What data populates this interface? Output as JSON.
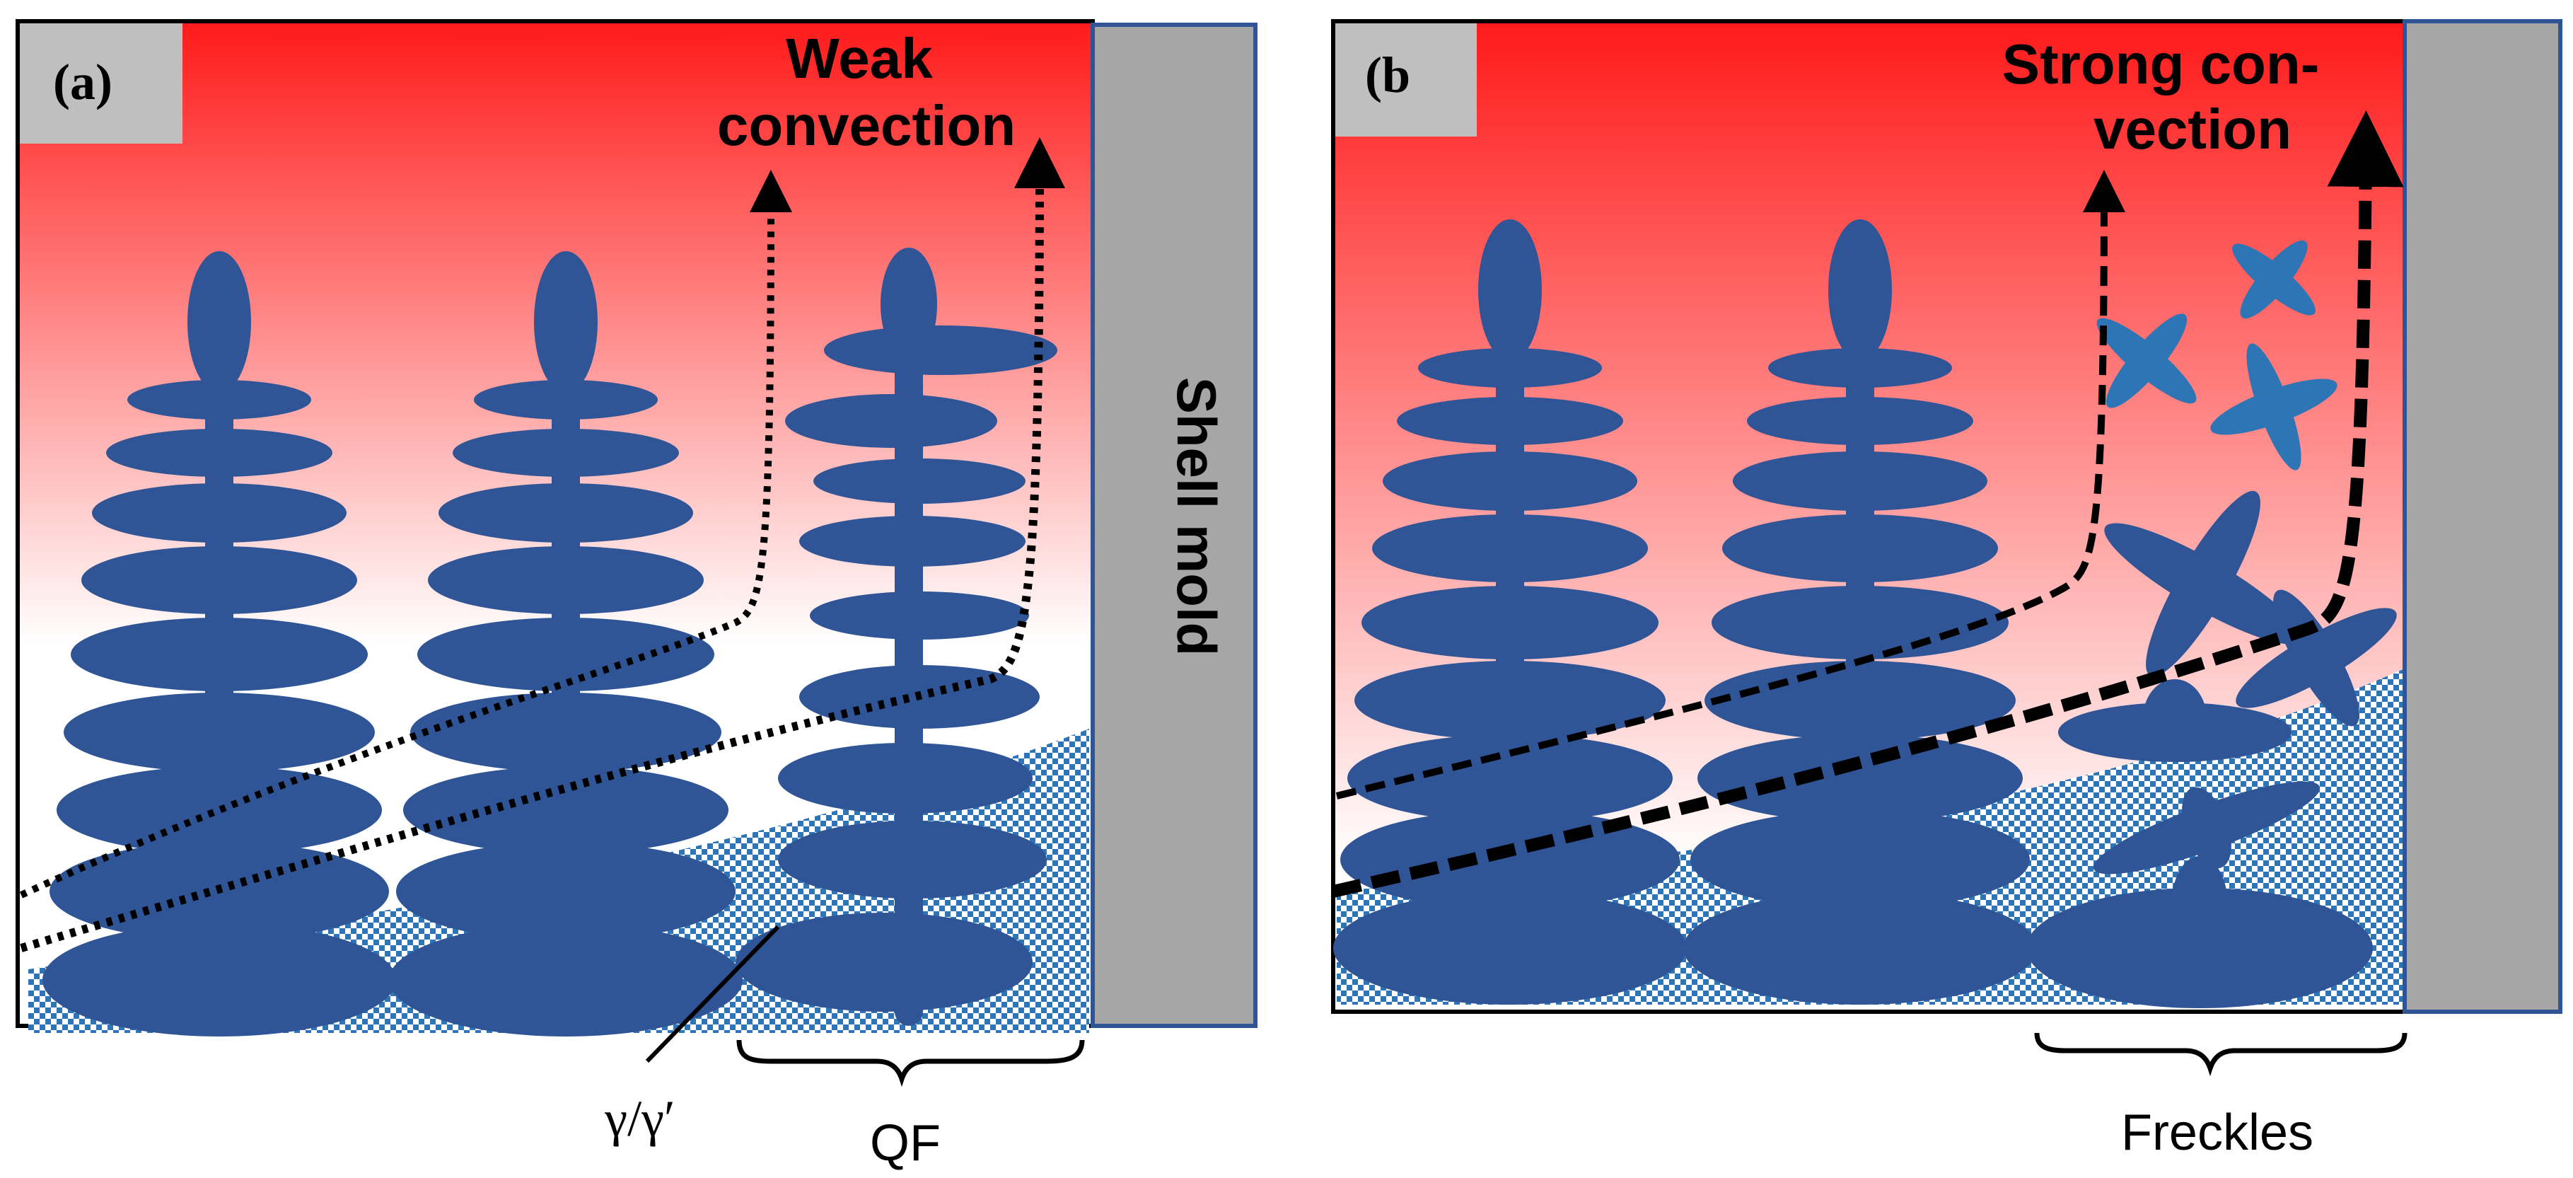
{
  "panel_a": {
    "label": "(a)",
    "title_line1": "Weak",
    "title_line2": "convection",
    "mold_label": "Shell mold",
    "phase_label": "γ/γ′",
    "region_label": "QF"
  },
  "panel_b": {
    "label": "(b",
    "title_line1": "Strong con-",
    "title_line2": "vection",
    "region_label": "Freckles"
  },
  "colors": {
    "melt_hot": "#ff1a1a",
    "melt_cool": "#ffffff",
    "dendrite": "#2f5597",
    "equiaxed_light": "#2e75b6",
    "mold": "#a6a6a6",
    "mold_border": "#2f5597",
    "label_box": "#bfbfbf"
  },
  "icons": {
    "flow_arrow": "arrow-up-icon"
  }
}
